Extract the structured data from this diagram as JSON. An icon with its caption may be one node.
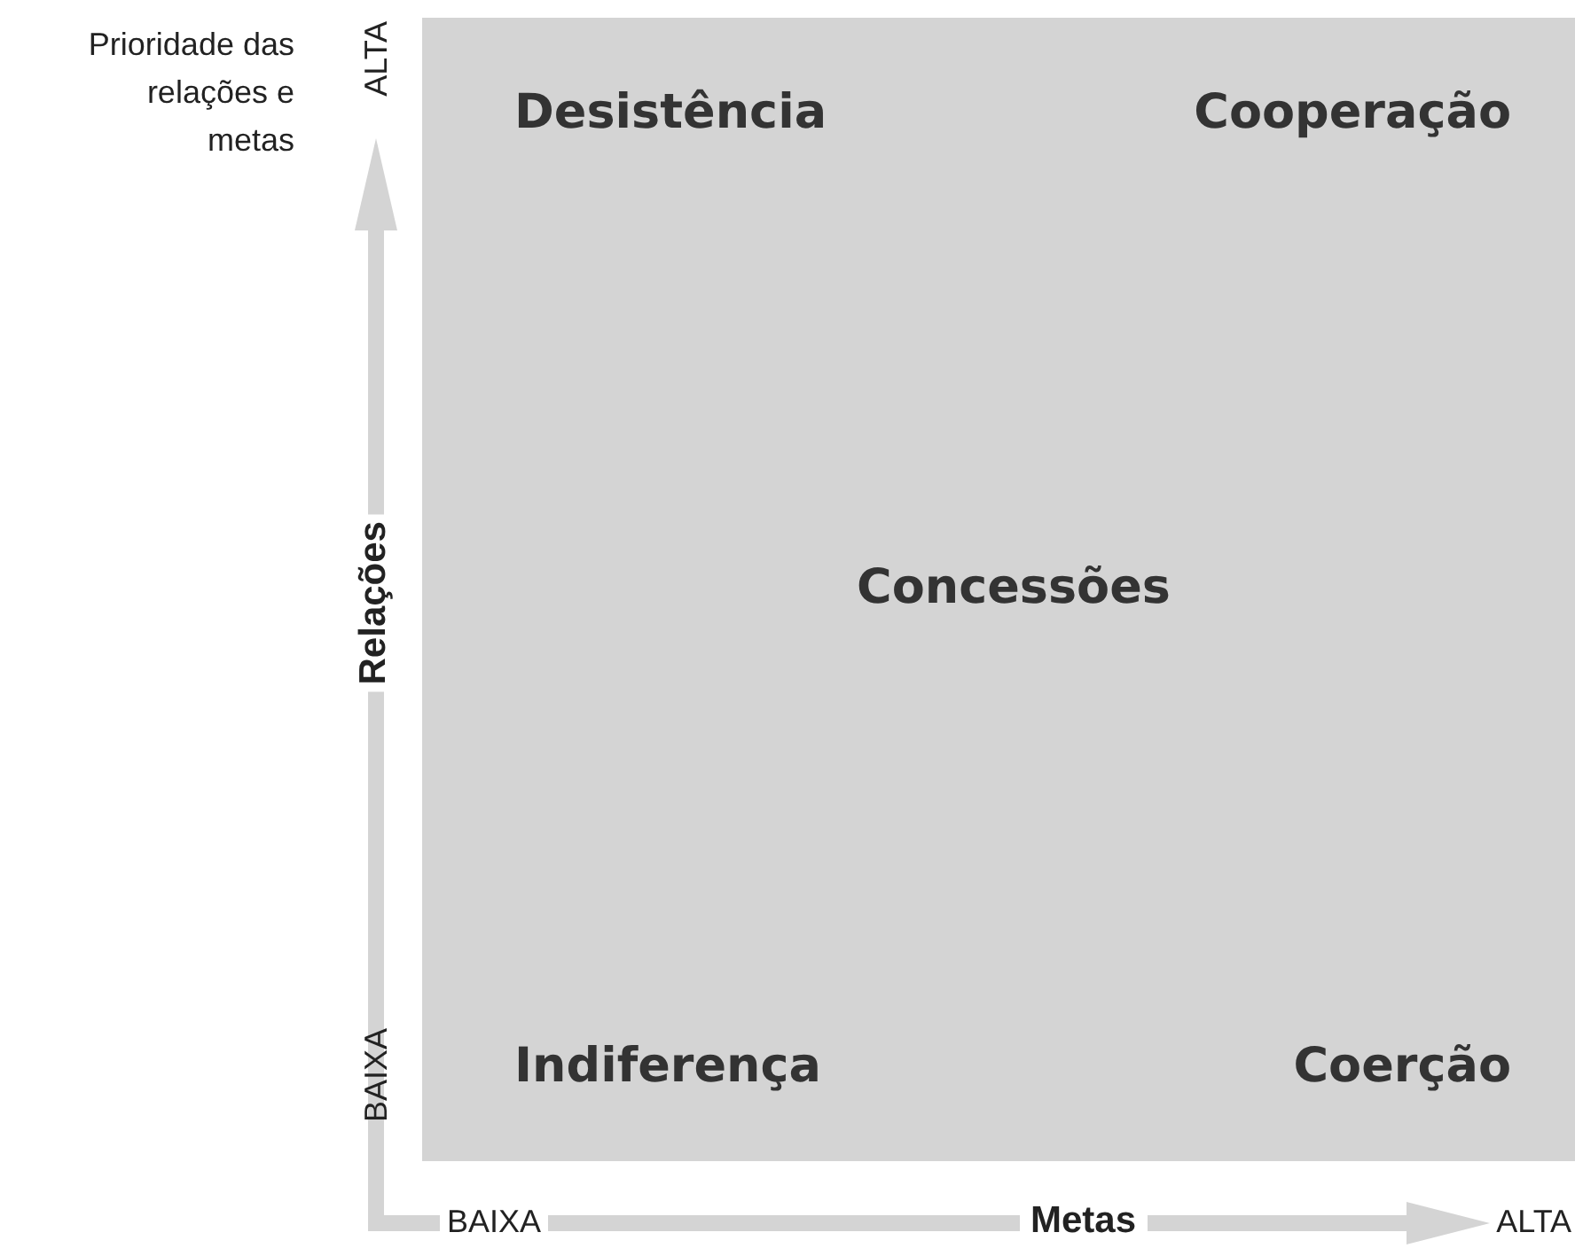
{
  "diagram": {
    "labels": [
      "Prioridade das relações e metas",
      "ALTA",
      "Desistência",
      "Cooperação",
      "Relações",
      "Concessões",
      "BAIXA",
      "Indiferença",
      "Coerção",
      "BAIXA",
      "Metas",
      "ALTA"
    ]
  }
}
